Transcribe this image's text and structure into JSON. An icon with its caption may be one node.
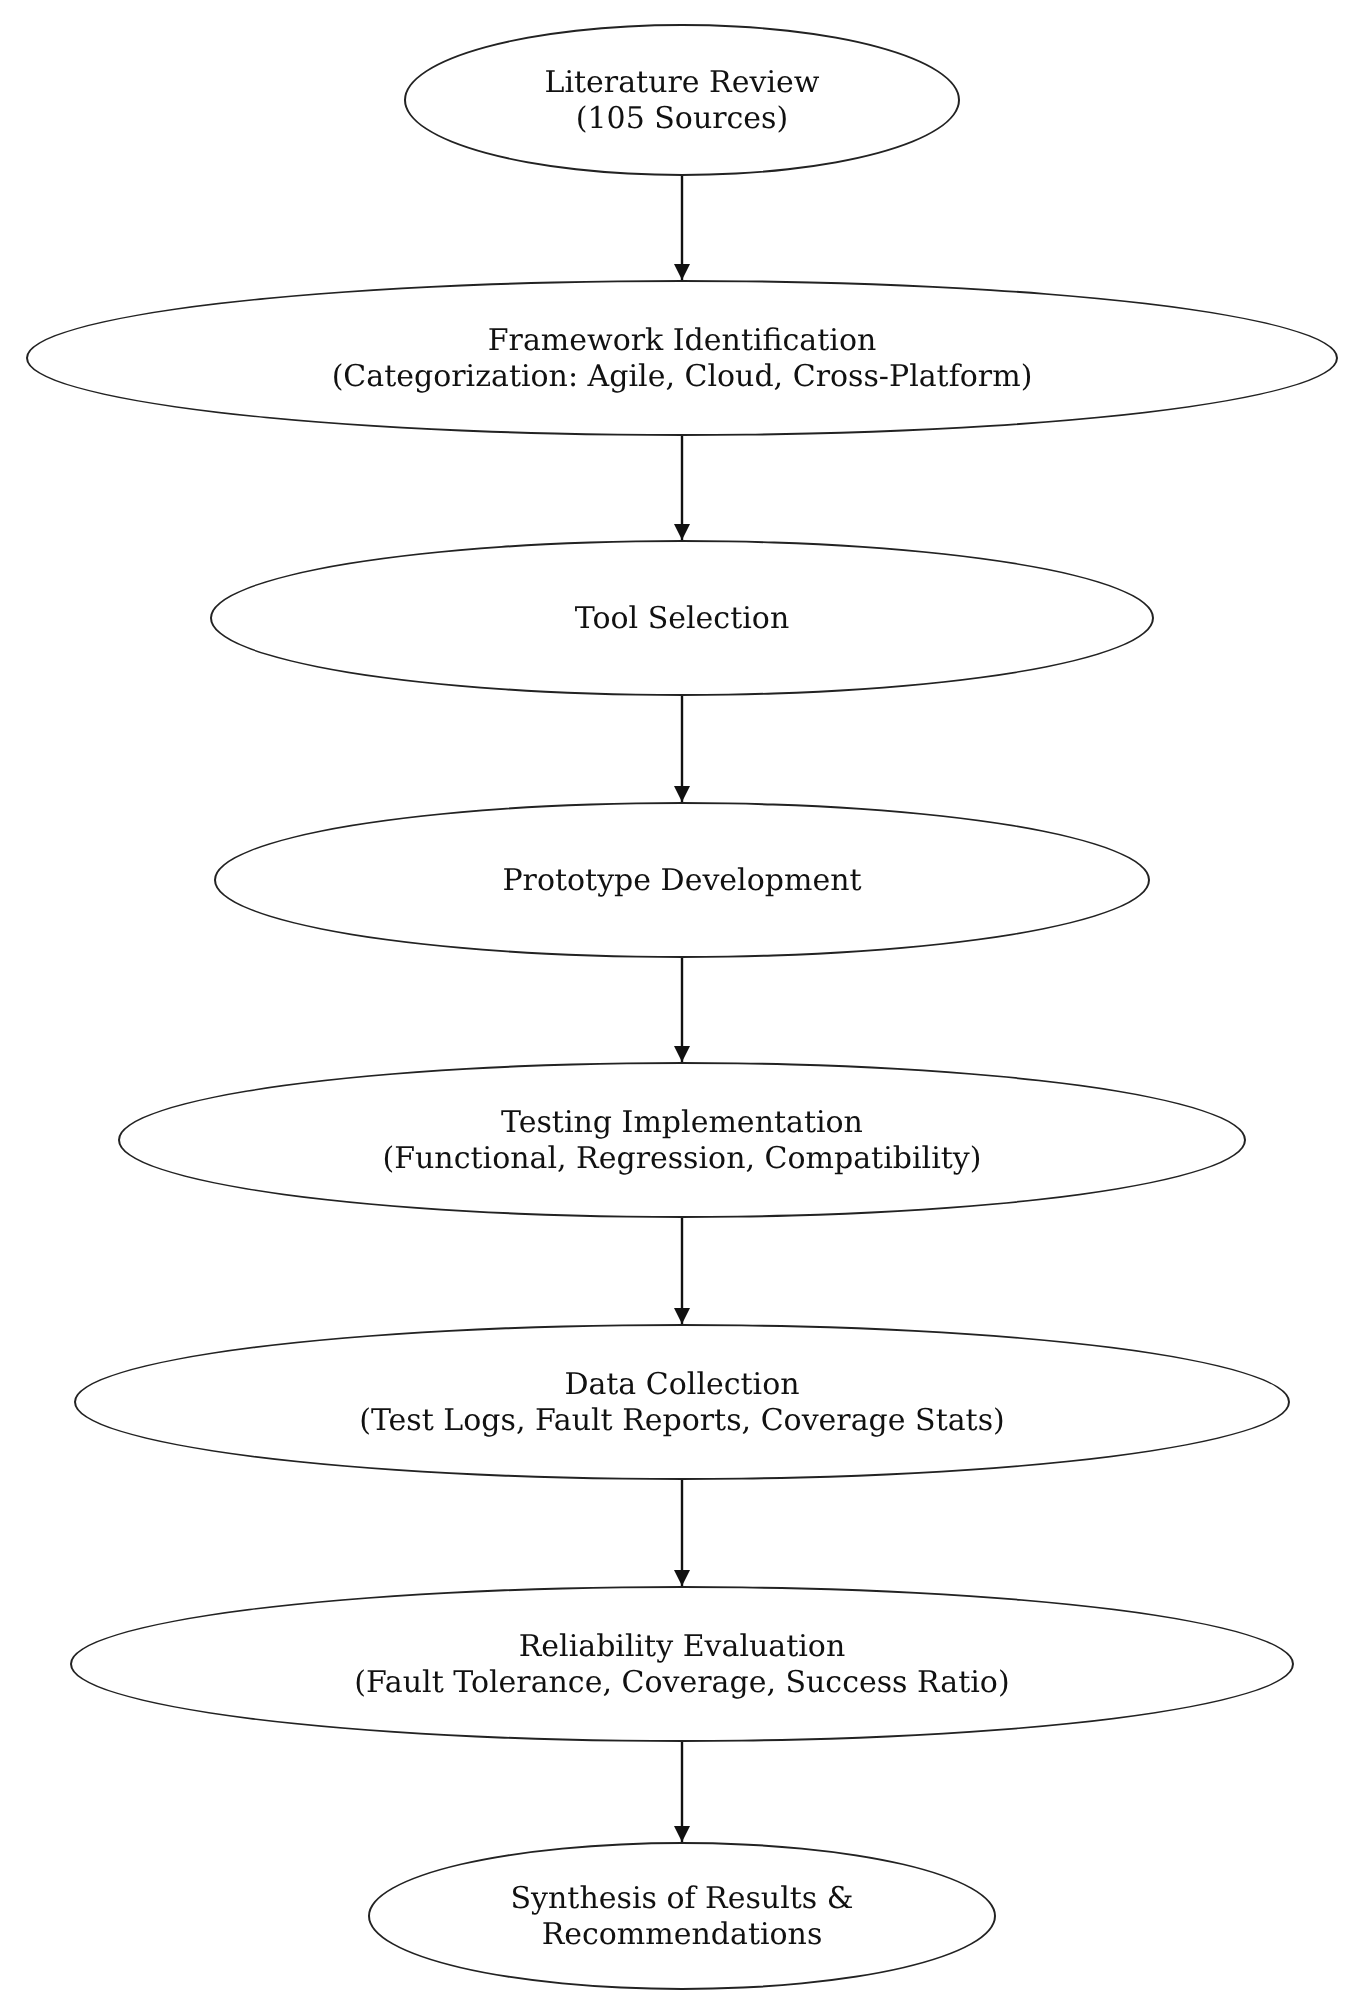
{
  "diagram": {
    "nodes": [
      {
        "text": [
          "Literature Review",
          "(105 Sources)"
        ]
      },
      {
        "text": [
          "Framework Identification",
          "(Categorization: Agile, Cloud, Cross-Platform)"
        ]
      },
      {
        "text": [
          "Tool Selection"
        ]
      },
      {
        "text": [
          "Prototype Development"
        ]
      },
      {
        "text": [
          "Testing Implementation",
          "(Functional, Regression, Compatibility)"
        ]
      },
      {
        "text": [
          "Data Collection",
          "(Test Logs, Fault Reports, Coverage Stats)"
        ]
      },
      {
        "text": [
          "Reliability Evaluation",
          "(Fault Tolerance, Coverage, Success Ratio)"
        ]
      },
      {
        "text": [
          "Synthesis of Results & Recommendations"
        ]
      }
    ],
    "edges": [
      {
        "from": 0,
        "to": 1,
        "arrow": "to"
      },
      {
        "from": 1,
        "to": 2,
        "arrow": "to"
      },
      {
        "from": 2,
        "to": 3,
        "arrow": "to"
      },
      {
        "from": 3,
        "to": 4,
        "arrow": "to"
      },
      {
        "from": 4,
        "to": 5,
        "arrow": "to"
      },
      {
        "from": 5,
        "to": 6,
        "arrow": "to"
      },
      {
        "from": 6,
        "to": 7,
        "arrow": "to"
      }
    ]
  }
}
